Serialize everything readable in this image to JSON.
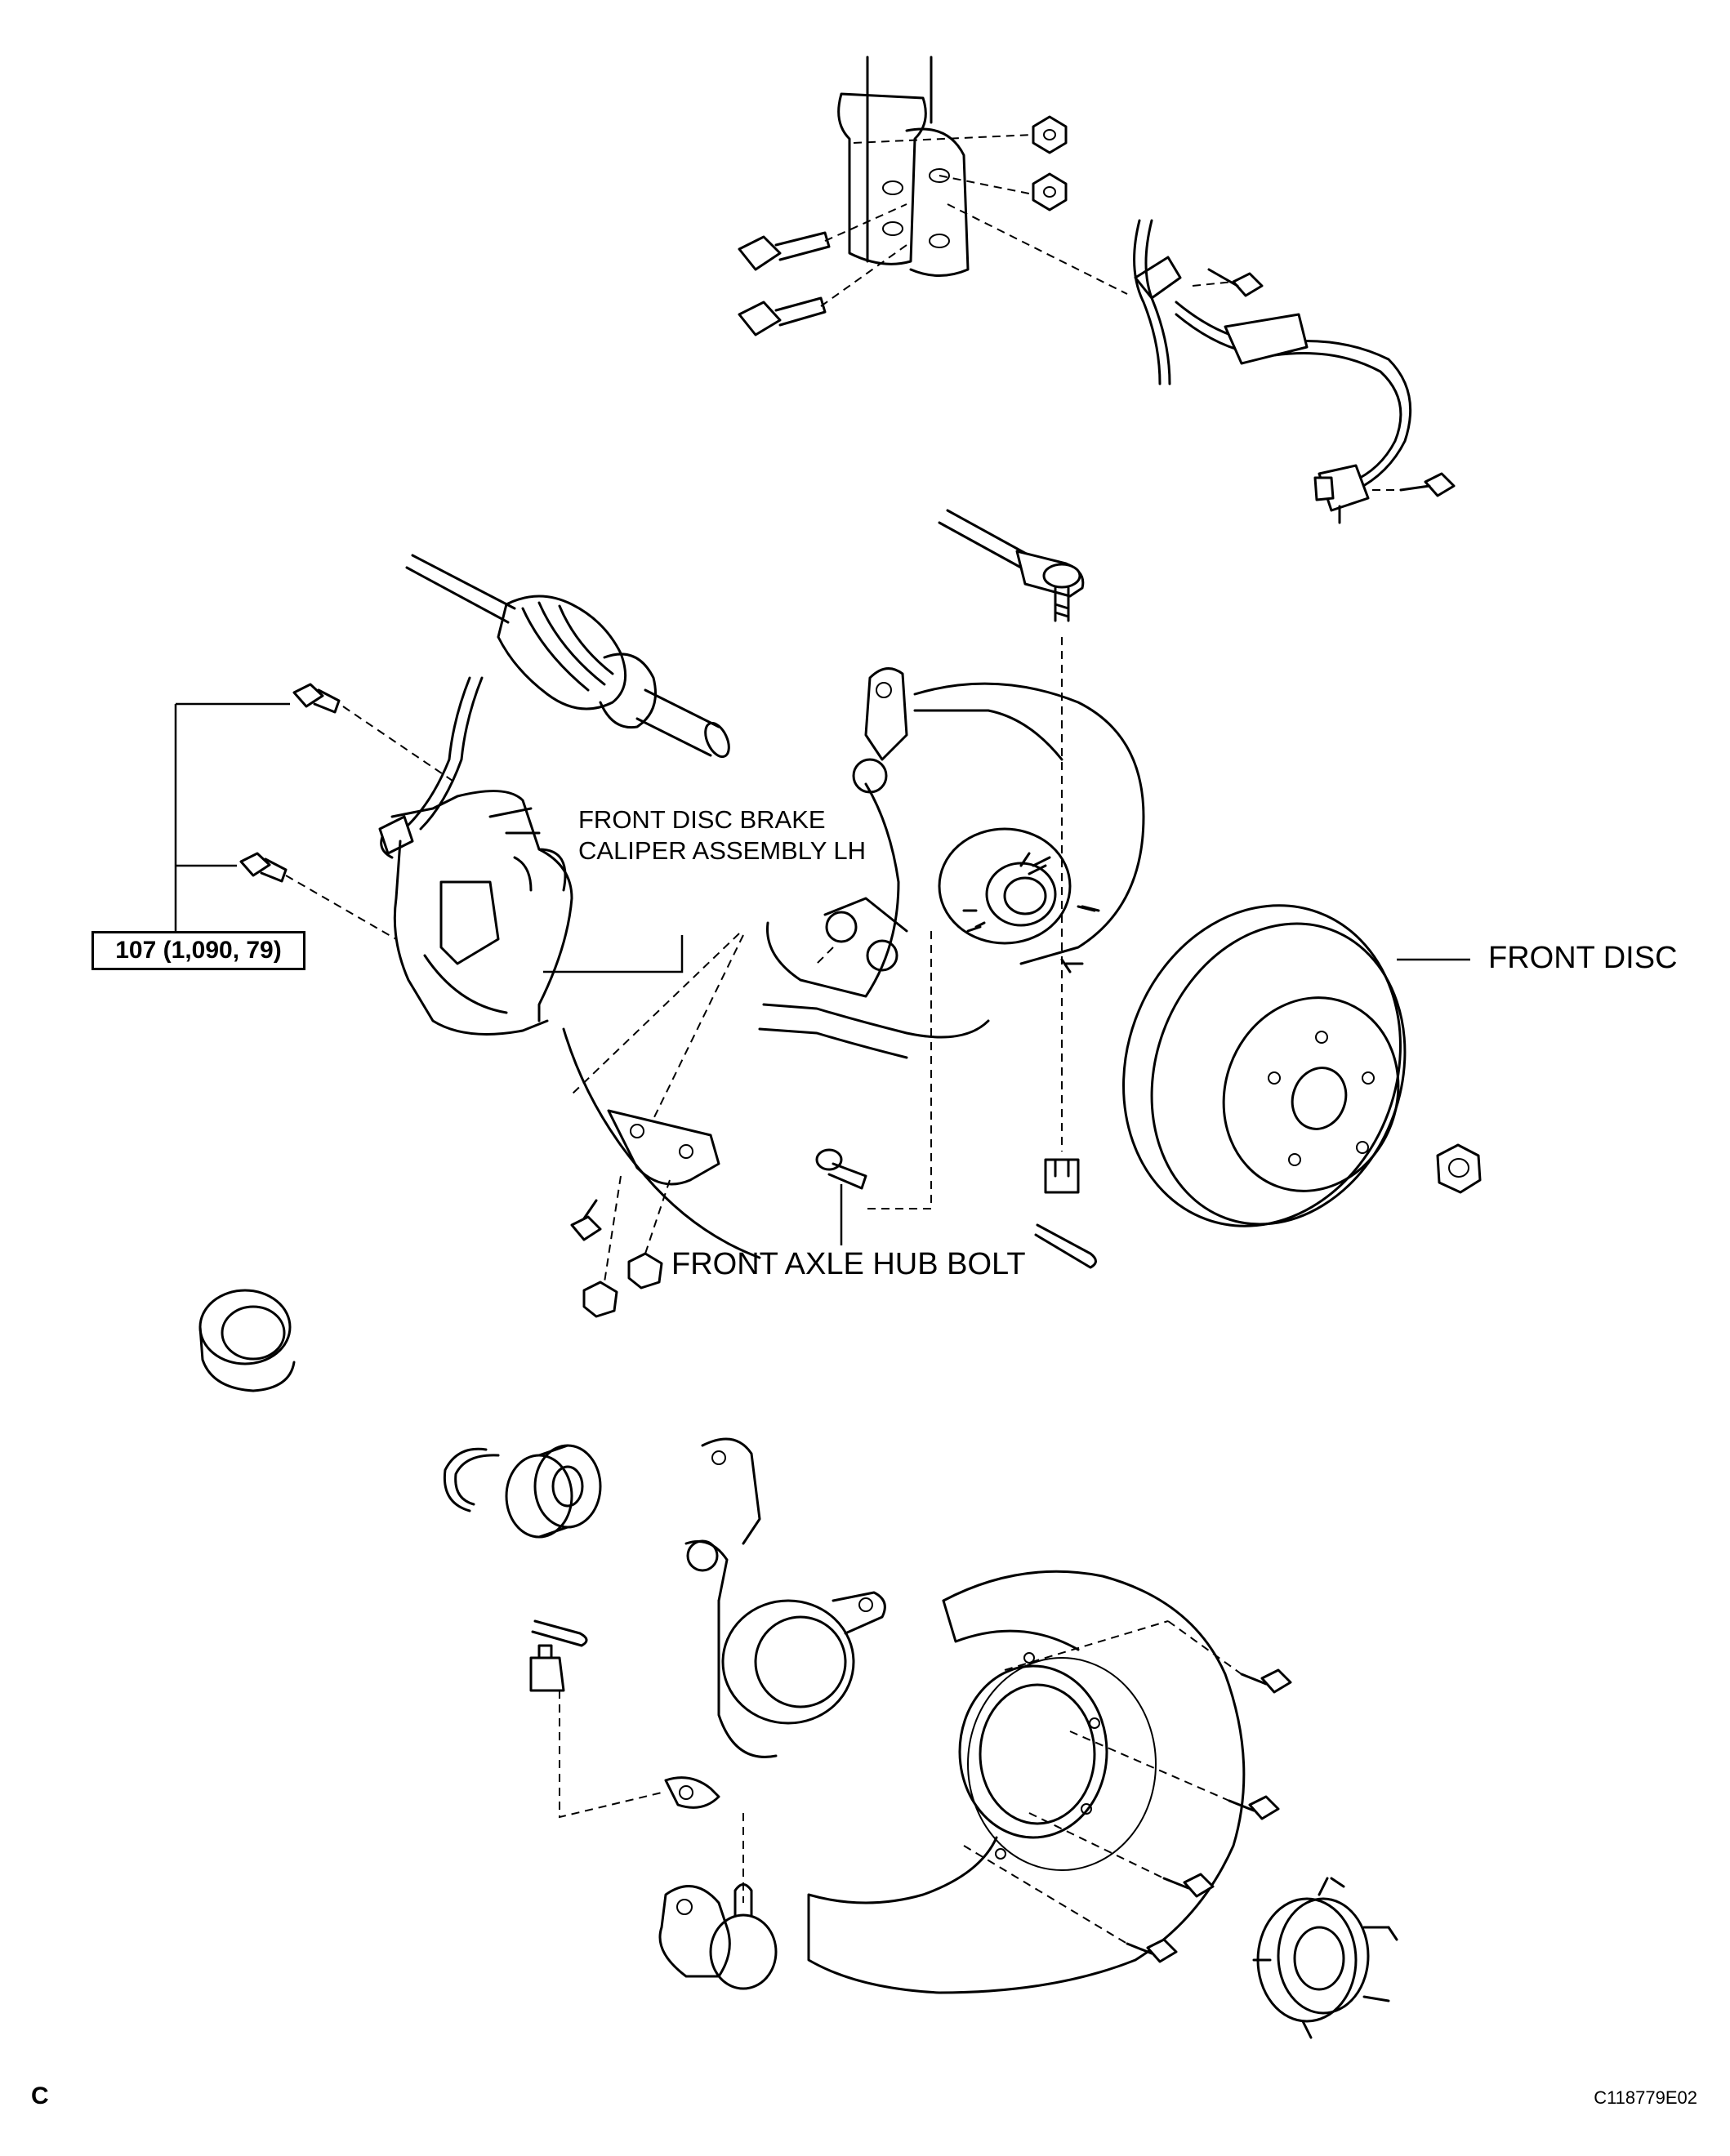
{
  "labels": {
    "caliper_line1": "FRONT DISC BRAKE",
    "caliper_line2": "CALIPER ASSEMBLY LH",
    "front_disc": "FRONT DISC",
    "hub_bolt": "FRONT AXLE HUB BOLT",
    "torque_spec": "107 (1,090, 79)"
  },
  "corner": {
    "letter": "C",
    "code": "C118779E02"
  }
}
